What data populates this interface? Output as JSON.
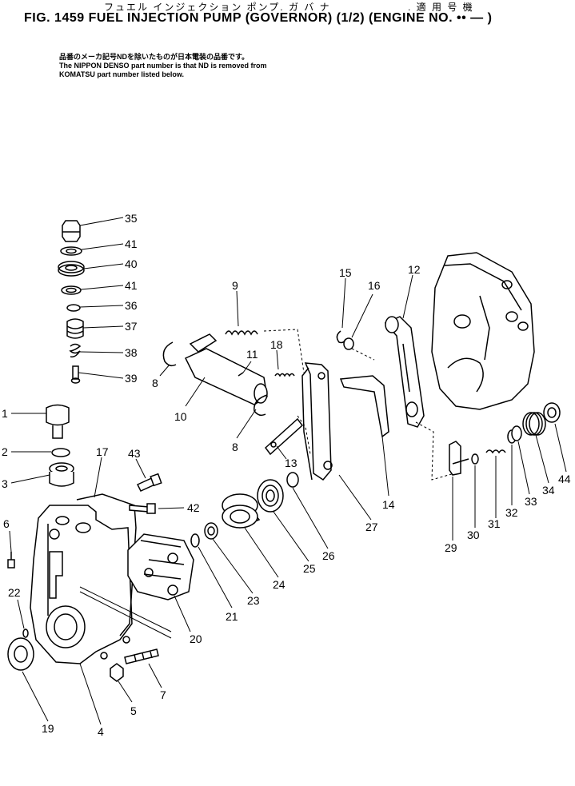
{
  "header": {
    "jp_title": "フュエル インジェクション ポンプ. ガ バ ナ",
    "jp_usage": ". 適 用 号 機",
    "fig_title": "FIG. 1459  FUEL INJECTION PUMP (GOVERNOR) (1/2) (ENGINE NO.  •• — )"
  },
  "note": {
    "jp": "品番のメーカ記号NDを除いたものが日本電装の品番です。",
    "en_line1": "The NIPPON DENSO part number is that ND is removed from",
    "en_line2": "KOMATSU part number listed below."
  },
  "callouts": [
    {
      "id": "c35",
      "text": "35"
    },
    {
      "id": "c41a",
      "text": "41"
    },
    {
      "id": "c40",
      "text": "40"
    },
    {
      "id": "c41b",
      "text": "41"
    },
    {
      "id": "c36",
      "text": "36"
    },
    {
      "id": "c37",
      "text": "37"
    },
    {
      "id": "c38",
      "text": "38"
    },
    {
      "id": "c39",
      "text": "39"
    },
    {
      "id": "c1",
      "text": "1"
    },
    {
      "id": "c2",
      "text": "2"
    },
    {
      "id": "c3",
      "text": "3"
    },
    {
      "id": "c17",
      "text": "17"
    },
    {
      "id": "c43",
      "text": "43"
    },
    {
      "id": "c42",
      "text": "42"
    },
    {
      "id": "c6",
      "text": "6"
    },
    {
      "id": "c22",
      "text": "22"
    },
    {
      "id": "c19",
      "text": "19"
    },
    {
      "id": "c4",
      "text": "4"
    },
    {
      "id": "c5",
      "text": "5"
    },
    {
      "id": "c7",
      "text": "7"
    },
    {
      "id": "c20",
      "text": "20"
    },
    {
      "id": "c21",
      "text": "21"
    },
    {
      "id": "c23",
      "text": "23"
    },
    {
      "id": "c24",
      "text": "24"
    },
    {
      "id": "c25",
      "text": "25"
    },
    {
      "id": "c26",
      "text": "26"
    },
    {
      "id": "c27",
      "text": "27"
    },
    {
      "id": "c9",
      "text": "9"
    },
    {
      "id": "c8a",
      "text": "8"
    },
    {
      "id": "c10",
      "text": "10"
    },
    {
      "id": "c11",
      "text": "11"
    },
    {
      "id": "c8b",
      "text": "8"
    },
    {
      "id": "c18",
      "text": "18"
    },
    {
      "id": "c13",
      "text": "13"
    },
    {
      "id": "c15",
      "text": "15"
    },
    {
      "id": "c16",
      "text": "16"
    },
    {
      "id": "c12",
      "text": "12"
    },
    {
      "id": "c14",
      "text": "14"
    },
    {
      "id": "c29",
      "text": "29"
    },
    {
      "id": "c30",
      "text": "30"
    },
    {
      "id": "c31",
      "text": "31"
    },
    {
      "id": "c32",
      "text": "32"
    },
    {
      "id": "c33",
      "text": "33"
    },
    {
      "id": "c34",
      "text": "34"
    },
    {
      "id": "c44",
      "text": "44"
    }
  ]
}
